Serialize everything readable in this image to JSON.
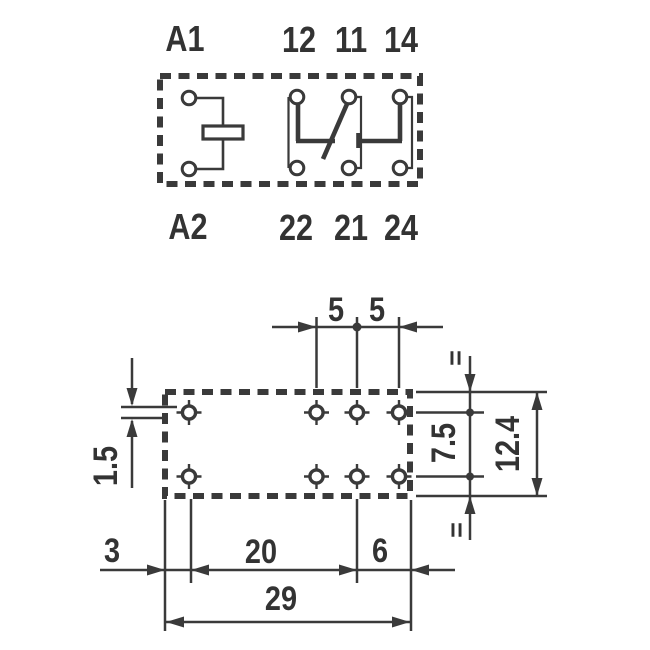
{
  "schematic": {
    "terminals": {
      "coil_top": "A1",
      "coil_bottom": "A2",
      "pole1_top": "12",
      "pole2_top": "11",
      "pole3_top": "14",
      "pole1_bottom": "22",
      "pole2_bottom": "21",
      "pole3_bottom": "24"
    }
  },
  "footprint": {
    "dimensions": {
      "pin_pitch_left": "5",
      "pin_pitch_right": "5",
      "edge_to_pin_offset": "1.5",
      "row_spacing": "7.5",
      "body_height": "12.4",
      "left_margin": "3",
      "pin_span": "20",
      "right_margin": "6",
      "total_width": "29",
      "equal_mark_top": "=",
      "equal_mark_bottom": "="
    }
  },
  "colors": {
    "line": "#3a3a3a",
    "text": "#333333",
    "background": "#ffffff"
  }
}
